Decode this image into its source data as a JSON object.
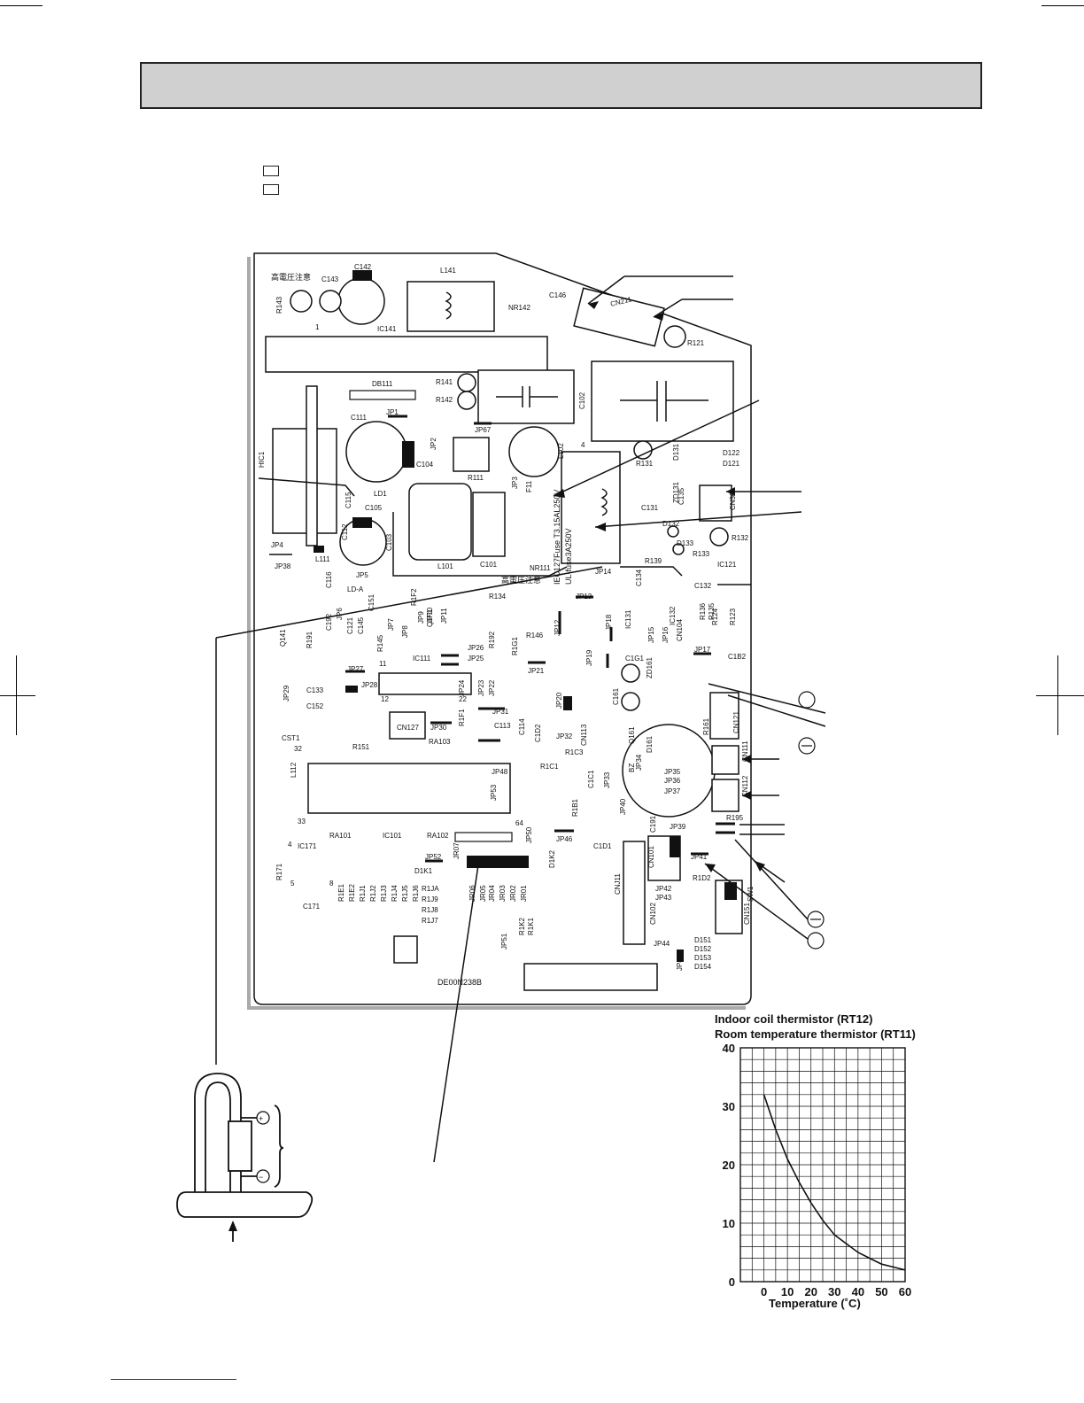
{
  "board": {
    "part_number": "DE00N238B",
    "warning_text": "高電圧注意",
    "fuse_text": "IEC127Fuse T3.15AL250V",
    "fuse_text_2": "UL-fuse3A250V",
    "components": [
      {
        "name": "r143",
        "text": "R143"
      },
      {
        "name": "c143",
        "text": "C143"
      },
      {
        "name": "c142",
        "text": "C142"
      },
      {
        "name": "l141",
        "text": "L141"
      },
      {
        "name": "c146",
        "text": "C146"
      },
      {
        "name": "nr142",
        "text": "NR142"
      },
      {
        "name": "cn211",
        "text": "CN211"
      },
      {
        "name": "r121",
        "text": "R121"
      },
      {
        "name": "ic141",
        "text": "IC141"
      },
      {
        "name": "db111",
        "text": "DB111"
      },
      {
        "name": "r141",
        "text": "R141"
      },
      {
        "name": "r142",
        "text": "R142"
      },
      {
        "name": "c102",
        "text": "C102"
      },
      {
        "name": "hic1",
        "text": "HIC1"
      },
      {
        "name": "c111",
        "text": "C111"
      },
      {
        "name": "jp1",
        "text": "JP1"
      },
      {
        "name": "jp2",
        "text": "JP2"
      },
      {
        "name": "jp67",
        "text": "JP67"
      },
      {
        "name": "l102",
        "text": "L102"
      },
      {
        "name": "r111",
        "text": "R111"
      },
      {
        "name": "c104",
        "text": "C104"
      },
      {
        "name": "jp3",
        "text": "JP3"
      },
      {
        "name": "f11",
        "text": "F11"
      },
      {
        "name": "r131",
        "text": "R131"
      },
      {
        "name": "d131",
        "text": "D131"
      },
      {
        "name": "d122",
        "text": "D122"
      },
      {
        "name": "d121",
        "text": "D121"
      },
      {
        "name": "ld1",
        "text": "LD1"
      },
      {
        "name": "c105",
        "text": "C105"
      },
      {
        "name": "c115",
        "text": "C115"
      },
      {
        "name": "c112",
        "text": "C112"
      },
      {
        "name": "c103",
        "text": "C103"
      },
      {
        "name": "l101",
        "text": "L101"
      },
      {
        "name": "c101",
        "text": "C101"
      },
      {
        "name": "nr111",
        "text": "NR111"
      },
      {
        "name": "c131",
        "text": "C131"
      },
      {
        "name": "zd131",
        "text": "ZD131"
      },
      {
        "name": "c135",
        "text": "C135"
      },
      {
        "name": "cn301",
        "text": "CN301"
      },
      {
        "name": "d132",
        "text": "D132"
      },
      {
        "name": "d133",
        "text": "D133"
      },
      {
        "name": "r132",
        "text": "R132"
      },
      {
        "name": "r133",
        "text": "R133"
      },
      {
        "name": "jp4",
        "text": "JP4"
      },
      {
        "name": "jp38",
        "text": "JP38"
      },
      {
        "name": "l111",
        "text": "L111"
      },
      {
        "name": "c116",
        "text": "C116"
      },
      {
        "name": "jp5",
        "text": "JP5"
      },
      {
        "name": "ld-a",
        "text": "LD-A"
      },
      {
        "name": "jp14",
        "text": "JP14"
      },
      {
        "name": "r139",
        "text": "R139"
      },
      {
        "name": "c134",
        "text": "C134"
      },
      {
        "name": "ic121",
        "text": "IC121"
      },
      {
        "name": "c132",
        "text": "C132"
      },
      {
        "name": "ic131",
        "text": "IC131"
      },
      {
        "name": "ic132",
        "text": "IC132"
      },
      {
        "name": "r136",
        "text": "R136"
      },
      {
        "name": "r135",
        "text": "R135"
      },
      {
        "name": "c151",
        "text": "C151"
      },
      {
        "name": "r1f2",
        "text": "R1F2"
      },
      {
        "name": "q1f1",
        "text": "Q1F1"
      },
      {
        "name": "r134",
        "text": "R134"
      },
      {
        "name": "jp13",
        "text": "JP13"
      },
      {
        "name": "q141",
        "text": "Q141"
      },
      {
        "name": "r191",
        "text": "R191"
      },
      {
        "name": "c192",
        "text": "C192"
      },
      {
        "name": "jp6",
        "text": "JP6"
      },
      {
        "name": "c121",
        "text": "C121"
      },
      {
        "name": "c145",
        "text": "C145"
      },
      {
        "name": "r145",
        "text": "R145"
      },
      {
        "name": "jp7",
        "text": "JP7"
      },
      {
        "name": "jp8",
        "text": "JP8"
      },
      {
        "name": "jp9",
        "text": "JP9"
      },
      {
        "name": "jp10",
        "text": "JP10"
      },
      {
        "name": "jp11",
        "text": "JP11"
      },
      {
        "name": "r146",
        "text": "R146"
      },
      {
        "name": "jp12",
        "text": "JP12"
      },
      {
        "name": "jp18",
        "text": "JP18"
      },
      {
        "name": "jp15",
        "text": "JP15"
      },
      {
        "name": "jp16",
        "text": "JP16"
      },
      {
        "name": "cn104",
        "text": "CN104"
      },
      {
        "name": "r124",
        "text": "R124"
      },
      {
        "name": "r123",
        "text": "R123"
      },
      {
        "name": "jp26",
        "text": "JP26"
      },
      {
        "name": "jp25",
        "text": "JP25"
      },
      {
        "name": "r192",
        "text": "R192"
      },
      {
        "name": "r1g1",
        "text": "R1G1"
      },
      {
        "name": "ic111",
        "text": "IC111"
      },
      {
        "name": "jp17",
        "text": "JP17"
      },
      {
        "name": "c1b2",
        "text": "C1B2"
      },
      {
        "name": "c1g1",
        "text": "C1G1"
      },
      {
        "name": "zd161",
        "text": "ZD161"
      },
      {
        "name": "jp19",
        "text": "JP19"
      },
      {
        "name": "jp21",
        "text": "JP21"
      },
      {
        "name": "jp27",
        "text": "JP27"
      },
      {
        "name": "jp28",
        "text": "JP28"
      },
      {
        "name": "c133",
        "text": "C133"
      },
      {
        "name": "jp29",
        "text": "JP29"
      },
      {
        "name": "jp24",
        "text": "JP24"
      },
      {
        "name": "jp23",
        "text": "JP23"
      },
      {
        "name": "jp22",
        "text": "JP22"
      },
      {
        "name": "jp20",
        "text": "JP20"
      },
      {
        "name": "c161",
        "text": "C161"
      },
      {
        "name": "jp32",
        "text": "JP32"
      },
      {
        "name": "c152",
        "text": "C152"
      },
      {
        "name": "cn127",
        "text": "CN127"
      },
      {
        "name": "jp31",
        "text": "JP31"
      },
      {
        "name": "c114",
        "text": "C114"
      },
      {
        "name": "c1d2",
        "text": "C1D2"
      },
      {
        "name": "jp30",
        "text": "JP30"
      },
      {
        "name": "ra103",
        "text": "RA103"
      },
      {
        "name": "r1f1",
        "text": "R1F1"
      },
      {
        "name": "c113",
        "text": "C113"
      },
      {
        "name": "cn113",
        "text": "CN113"
      },
      {
        "name": "cst1",
        "text": "CST1"
      },
      {
        "name": "r151",
        "text": "R151"
      },
      {
        "name": "r1c3",
        "text": "R1C3"
      },
      {
        "name": "r1c1",
        "text": "R1C1"
      },
      {
        "name": "q161",
        "text": "Q161"
      },
      {
        "name": "d161",
        "text": "D161"
      },
      {
        "name": "cn121",
        "text": "CN121"
      },
      {
        "name": "r161",
        "text": "R161"
      },
      {
        "name": "l112",
        "text": "L112"
      },
      {
        "name": "jp48",
        "text": "JP48"
      },
      {
        "name": "jp53",
        "text": "JP53"
      },
      {
        "name": "jp33",
        "text": "JP33"
      },
      {
        "name": "bz",
        "text": "BZ"
      },
      {
        "name": "jp34",
        "text": "JP34"
      },
      {
        "name": "jp35",
        "text": "JP35"
      },
      {
        "name": "jp36",
        "text": "JP36"
      },
      {
        "name": "jp37",
        "text": "JP37"
      },
      {
        "name": "cn111",
        "text": "CN111"
      },
      {
        "name": "cn112",
        "text": "CN112"
      },
      {
        "name": "r1b1",
        "text": "R1B1"
      },
      {
        "name": "c1c1",
        "text": "C1C1"
      },
      {
        "name": "jp40",
        "text": "JP40"
      },
      {
        "name": "c191",
        "text": "C191"
      },
      {
        "name": "r195",
        "text": "R195"
      },
      {
        "name": "jp39",
        "text": "JP39"
      },
      {
        "name": "ra101",
        "text": "RA101"
      },
      {
        "name": "ic101",
        "text": "IC101"
      },
      {
        "name": "ra102",
        "text": "RA102"
      },
      {
        "name": "jp50",
        "text": "JP50"
      },
      {
        "name": "jp46",
        "text": "JP46"
      },
      {
        "name": "c1d1",
        "text": "C1D1"
      },
      {
        "name": "cn101",
        "text": "CN101"
      },
      {
        "name": "ic171",
        "text": "IC171"
      },
      {
        "name": "jp52",
        "text": "JP52"
      },
      {
        "name": "jr07",
        "text": "JR07"
      },
      {
        "name": "d1k1",
        "text": "D1K1"
      },
      {
        "name": "d1k2",
        "text": "D1K2"
      },
      {
        "name": "jp41",
        "text": "JP41"
      },
      {
        "name": "r1d2",
        "text": "R1D2"
      },
      {
        "name": "sw1",
        "text": "SW1"
      },
      {
        "name": "cnj11",
        "text": "CNJ11"
      },
      {
        "name": "r171",
        "text": "R171"
      },
      {
        "name": "c171",
        "text": "C171"
      },
      {
        "name": "jp42",
        "text": "JP42"
      },
      {
        "name": "jp43",
        "text": "JP43"
      },
      {
        "name": "cn102",
        "text": "CN102"
      },
      {
        "name": "cn151",
        "text": "CN151"
      },
      {
        "name": "jp44",
        "text": "JP44"
      },
      {
        "name": "d151",
        "text": "D151"
      },
      {
        "name": "d152",
        "text": "D152"
      },
      {
        "name": "d153",
        "text": "D153"
      },
      {
        "name": "d154",
        "text": "D154"
      },
      {
        "name": "jp45",
        "text": "JP45"
      },
      {
        "name": "jp51",
        "text": "JP51"
      },
      {
        "name": "r1k2",
        "text": "R1K2"
      },
      {
        "name": "r1k1",
        "text": "R1K1"
      },
      {
        "name": "r1ja",
        "text": "R1JA"
      },
      {
        "name": "r1j9",
        "text": "R1J9"
      },
      {
        "name": "r1j8",
        "text": "R1J8"
      },
      {
        "name": "r1j7",
        "text": "R1J7"
      },
      {
        "name": "r1e1",
        "text": "R1E1"
      },
      {
        "name": "r1e2",
        "text": "R1E2"
      },
      {
        "name": "r1j1",
        "text": "R1J1"
      },
      {
        "name": "r1j2",
        "text": "R1J2"
      },
      {
        "name": "r1j3",
        "text": "R1J3"
      },
      {
        "name": "r1j4",
        "text": "R1J4"
      },
      {
        "name": "r1j5",
        "text": "R1J5"
      },
      {
        "name": "r1j6",
        "text": "R1J6"
      },
      {
        "name": "jr06",
        "text": "JR06"
      },
      {
        "name": "jr05",
        "text": "JR05"
      },
      {
        "name": "jr04",
        "text": "JR04"
      },
      {
        "name": "jr03",
        "text": "JR03"
      },
      {
        "name": "jr02",
        "text": "JR02"
      },
      {
        "name": "jr01",
        "text": "JR01"
      },
      {
        "name": "pin-1",
        "text": "1"
      },
      {
        "name": "pin-4",
        "text": "4"
      },
      {
        "name": "pin-11",
        "text": "11"
      },
      {
        "name": "pin-12",
        "text": "12"
      },
      {
        "name": "pin-22",
        "text": "22"
      },
      {
        "name": "pin-32",
        "text": "32"
      },
      {
        "name": "pin-33",
        "text": "33"
      },
      {
        "name": "pin-64",
        "text": "64"
      },
      {
        "name": "pin-5",
        "text": "5"
      },
      {
        "name": "pin-8",
        "text": "8"
      },
      {
        "name": "pin-r",
        "text": "4"
      }
    ]
  },
  "markers": {
    "plus": "+",
    "minus": "−"
  },
  "chart_data": {
    "type": "line",
    "title": "Indoor coil thermistor  (RT12)",
    "subtitle": "Room temperature thermistor  (RT11)",
    "xlabel": "Temperature  (˚C)",
    "ylabel": "",
    "x_ticks": [
      0,
      10,
      20,
      30,
      40,
      50,
      60
    ],
    "y_ticks": [
      0,
      10,
      20,
      30,
      40
    ],
    "xlim": [
      -10,
      60
    ],
    "ylim": [
      0,
      40
    ],
    "grid": true,
    "series": [
      {
        "x": [
          0,
          5,
          10,
          15,
          20,
          25,
          30,
          35,
          40,
          45,
          50,
          55,
          60
        ],
        "y": [
          32,
          26,
          21,
          17,
          13.5,
          10.5,
          8,
          6.5,
          5,
          4,
          3,
          2.5,
          2
        ]
      }
    ]
  }
}
